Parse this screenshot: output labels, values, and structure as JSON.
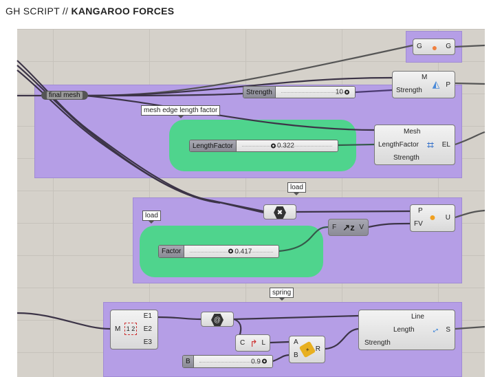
{
  "header": {
    "prefix": "GH SCRIPT  //",
    "title": "KANGAROO FORCES"
  },
  "groups": {
    "mesh_label": "mesh edge length factor",
    "load_label": "load",
    "load_label_2": "load",
    "spring_label": "spring"
  },
  "params": {
    "final_mesh": "final mesh"
  },
  "sliders": {
    "strength": {
      "label": "Strength",
      "value": "10"
    },
    "length_factor": {
      "label": "LengthFactor",
      "value": "0.322"
    },
    "factor": {
      "label": "Factor",
      "value": "0.417"
    },
    "b": {
      "label": "B",
      "value": "0.9"
    }
  },
  "components": {
    "show": {
      "in": "G",
      "out": "G"
    },
    "pull": {
      "in": [
        "M",
        "Strength"
      ],
      "out": "P"
    },
    "edge_lengths": {
      "in": [
        "Mesh",
        "LengthFactor",
        "Strength"
      ],
      "out": "EL"
    },
    "unary": {
      "in": [
        "P",
        "FV"
      ],
      "out": "U"
    },
    "unit_z": {
      "in": "F",
      "out": "V"
    },
    "mesh_edges": {
      "in": "M",
      "out": [
        "E1",
        "E2",
        "E3"
      ]
    },
    "curve_length": {
      "in": "C",
      "out": "L"
    },
    "multiply": {
      "in": [
        "A",
        "B"
      ],
      "out": "R"
    },
    "spring": {
      "in": [
        "Line",
        "Length",
        "Strength"
      ],
      "out": "S"
    }
  },
  "colors": {
    "group": "#b59ee6",
    "green": "#4fd48d",
    "canvas": "#d5d1ca"
  }
}
